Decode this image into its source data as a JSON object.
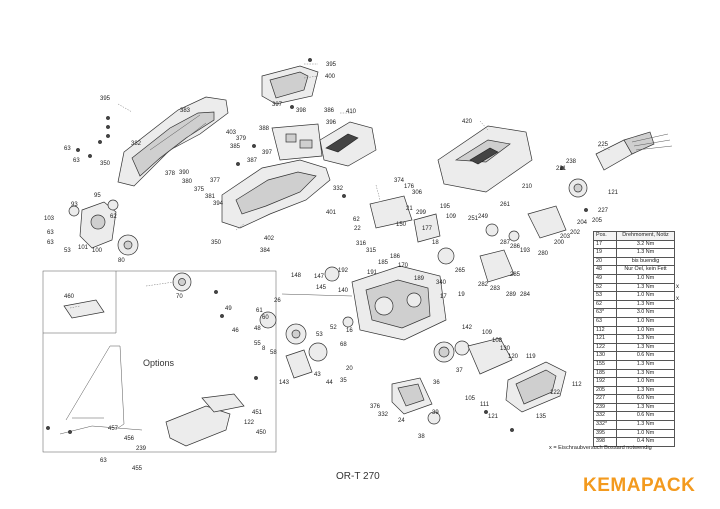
{
  "model": "OR-T 270",
  "brand": {
    "name": "KEMAPACK",
    "color": "#f39a1e"
  },
  "options_label": "Options",
  "torque_table": {
    "headers": [
      "Pos.",
      "Drehmoment, Notiz"
    ],
    "rows": [
      [
        "17",
        "3.2 Nm"
      ],
      [
        "19",
        "1.3 Nm"
      ],
      [
        "20",
        "bis buendig"
      ],
      [
        "48",
        "Nur Oel, kein Fett"
      ],
      [
        "49",
        "1.0 Nm"
      ],
      [
        "52",
        "1.3 Nm"
      ],
      [
        "53",
        "1.0 Nm"
      ],
      [
        "62",
        "1.3 Nm"
      ],
      [
        "63*",
        "3.0 Nm"
      ],
      [
        "63",
        "1.0 Nm"
      ],
      [
        "112",
        "1.0 Nm"
      ],
      [
        "121",
        "1.3 Nm"
      ],
      [
        "122",
        "1.3 Nm"
      ],
      [
        "130",
        "0.6 Nm"
      ],
      [
        "155",
        "1.3 Nm"
      ],
      [
        "185",
        "1.3 Nm"
      ],
      [
        "192",
        "1.0 Nm"
      ],
      [
        "205",
        "1.3 Nm"
      ],
      [
        "227",
        "6.0 Nm"
      ],
      [
        "239",
        "1.3 Nm"
      ],
      [
        "332",
        "0.6 Nm"
      ],
      [
        "332*",
        "1.3 Nm"
      ],
      [
        "395",
        "1.0 Nm"
      ],
      [
        "398",
        "0.4 Nm"
      ]
    ],
    "marks": [
      "x",
      "x"
    ]
  },
  "footnote": "x = Eischraubversuch Bossard notwendig",
  "labels": [
    {
      "id": "p395a",
      "text": "395"
    },
    {
      "id": "p400",
      "text": "400"
    },
    {
      "id": "p397",
      "text": "397"
    },
    {
      "id": "p398",
      "text": "398"
    },
    {
      "id": "p386",
      "text": "386"
    },
    {
      "id": "p410",
      "text": "410"
    },
    {
      "id": "p396",
      "text": "396"
    },
    {
      "id": "p388",
      "text": "388"
    },
    {
      "id": "p383",
      "text": "383"
    },
    {
      "id": "p403",
      "text": "403"
    },
    {
      "id": "p379",
      "text": "379"
    },
    {
      "id": "p385",
      "text": "385"
    },
    {
      "id": "p387",
      "text": "387"
    },
    {
      "id": "p395b",
      "text": "395"
    },
    {
      "id": "p382",
      "text": "382"
    },
    {
      "id": "p63a",
      "text": "63"
    },
    {
      "id": "p63b",
      "text": "63"
    },
    {
      "id": "p350a",
      "text": "350"
    },
    {
      "id": "p378",
      "text": "378"
    },
    {
      "id": "p390",
      "text": "390"
    },
    {
      "id": "p380",
      "text": "380"
    },
    {
      "id": "p375",
      "text": "375"
    },
    {
      "id": "p377",
      "text": "377"
    },
    {
      "id": "p394",
      "text": "394"
    },
    {
      "id": "p381",
      "text": "381"
    },
    {
      "id": "p397b",
      "text": "397"
    },
    {
      "id": "p401",
      "text": "401"
    },
    {
      "id": "p402",
      "text": "402"
    },
    {
      "id": "p350b",
      "text": "350"
    },
    {
      "id": "p384",
      "text": "384"
    },
    {
      "id": "p95",
      "text": "95"
    },
    {
      "id": "p93",
      "text": "93"
    },
    {
      "id": "p103",
      "text": "103"
    },
    {
      "id": "p63c",
      "text": "63"
    },
    {
      "id": "p63d",
      "text": "63"
    },
    {
      "id": "p53",
      "text": "53"
    },
    {
      "id": "p101",
      "text": "101"
    },
    {
      "id": "p62a",
      "text": "62"
    },
    {
      "id": "p100",
      "text": "100"
    },
    {
      "id": "p80",
      "text": "80"
    },
    {
      "id": "p70",
      "text": "70"
    },
    {
      "id": "p420",
      "text": "420"
    },
    {
      "id": "p225",
      "text": "225"
    },
    {
      "id": "p374",
      "text": "374"
    },
    {
      "id": "p332a",
      "text": "332"
    },
    {
      "id": "p176",
      "text": "176"
    },
    {
      "id": "p306",
      "text": "306"
    },
    {
      "id": "p210",
      "text": "210"
    },
    {
      "id": "p238",
      "text": "238"
    },
    {
      "id": "p221",
      "text": "221"
    },
    {
      "id": "p121a",
      "text": "121"
    },
    {
      "id": "p227",
      "text": "227"
    },
    {
      "id": "p205",
      "text": "205"
    },
    {
      "id": "p204",
      "text": "204"
    },
    {
      "id": "p202",
      "text": "202"
    },
    {
      "id": "p203",
      "text": "203"
    },
    {
      "id": "p200",
      "text": "200"
    },
    {
      "id": "p62b",
      "text": "62"
    },
    {
      "id": "p22",
      "text": "22"
    },
    {
      "id": "p316",
      "text": "316"
    },
    {
      "id": "p315",
      "text": "315"
    },
    {
      "id": "p148",
      "text": "148"
    },
    {
      "id": "p147",
      "text": "147"
    },
    {
      "id": "p145",
      "text": "145"
    },
    {
      "id": "p140",
      "text": "140"
    },
    {
      "id": "p26",
      "text": "26"
    },
    {
      "id": "p49",
      "text": "49"
    },
    {
      "id": "p46",
      "text": "46"
    },
    {
      "id": "p48",
      "text": "48"
    },
    {
      "id": "p55",
      "text": "55"
    },
    {
      "id": "p8",
      "text": "8"
    },
    {
      "id": "p58",
      "text": "58"
    },
    {
      "id": "p53b",
      "text": "53"
    },
    {
      "id": "p52",
      "text": "52"
    },
    {
      "id": "p68",
      "text": "68"
    },
    {
      "id": "p16",
      "text": "16"
    },
    {
      "id": "p142",
      "text": "142"
    },
    {
      "id": "p143",
      "text": "143"
    },
    {
      "id": "p43",
      "text": "43"
    },
    {
      "id": "p44",
      "text": "44"
    },
    {
      "id": "p20",
      "text": "20"
    },
    {
      "id": "p35",
      "text": "35"
    },
    {
      "id": "p37",
      "text": "37"
    },
    {
      "id": "p36",
      "text": "36"
    },
    {
      "id": "p376",
      "text": "376"
    },
    {
      "id": "p332b",
      "text": "332"
    },
    {
      "id": "p24",
      "text": "24"
    },
    {
      "id": "p39",
      "text": "39"
    },
    {
      "id": "p38",
      "text": "38"
    },
    {
      "id": "p109",
      "text": "109"
    },
    {
      "id": "p108",
      "text": "108"
    },
    {
      "id": "p130",
      "text": "130"
    },
    {
      "id": "p120",
      "text": "120"
    },
    {
      "id": "p119",
      "text": "119"
    },
    {
      "id": "p105",
      "text": "105"
    },
    {
      "id": "p111",
      "text": "111"
    },
    {
      "id": "p121b",
      "text": "121"
    },
    {
      "id": "p122",
      "text": "122"
    },
    {
      "id": "p112",
      "text": "112"
    },
    {
      "id": "p135",
      "text": "135"
    },
    {
      "id": "p460",
      "text": "460"
    },
    {
      "id": "p451",
      "text": "451"
    },
    {
      "id": "p122b",
      "text": "122"
    },
    {
      "id": "p450",
      "text": "450"
    },
    {
      "id": "p239",
      "text": "239"
    },
    {
      "id": "p456",
      "text": "456"
    },
    {
      "id": "p457",
      "text": "457"
    },
    {
      "id": "p455",
      "text": "455"
    },
    {
      "id": "p63e",
      "text": "63"
    },
    {
      "id": "p61",
      "text": "61"
    },
    {
      "id": "p60",
      "text": "60"
    },
    {
      "id": "p19",
      "text": "19"
    },
    {
      "id": "p340",
      "text": "340"
    },
    {
      "id": "p265",
      "text": "265"
    },
    {
      "id": "p285",
      "text": "285"
    },
    {
      "id": "p283",
      "text": "283"
    },
    {
      "id": "p284",
      "text": "284"
    },
    {
      "id": "p289",
      "text": "289"
    },
    {
      "id": "p282",
      "text": "282"
    },
    {
      "id": "p192",
      "text": "192"
    },
    {
      "id": "p191",
      "text": "191"
    },
    {
      "id": "p185",
      "text": "185"
    },
    {
      "id": "p186",
      "text": "186"
    },
    {
      "id": "p170",
      "text": "170"
    },
    {
      "id": "p189",
      "text": "189"
    },
    {
      "id": "p299",
      "text": "299"
    },
    {
      "id": "p109b",
      "text": "109"
    },
    {
      "id": "p195",
      "text": "195"
    },
    {
      "id": "p251",
      "text": "251"
    },
    {
      "id": "p249",
      "text": "249"
    },
    {
      "id": "p261",
      "text": "261"
    },
    {
      "id": "p193",
      "text": "193"
    },
    {
      "id": "p280",
      "text": "280"
    },
    {
      "id": "p286",
      "text": "286"
    },
    {
      "id": "p287",
      "text": "287"
    },
    {
      "id": "p17",
      "text": "17"
    },
    {
      "id": "p150",
      "text": "150"
    },
    {
      "id": "p177",
      "text": "177"
    },
    {
      "id": "p18",
      "text": "18"
    },
    {
      "id": "p21",
      "text": "21"
    }
  ]
}
